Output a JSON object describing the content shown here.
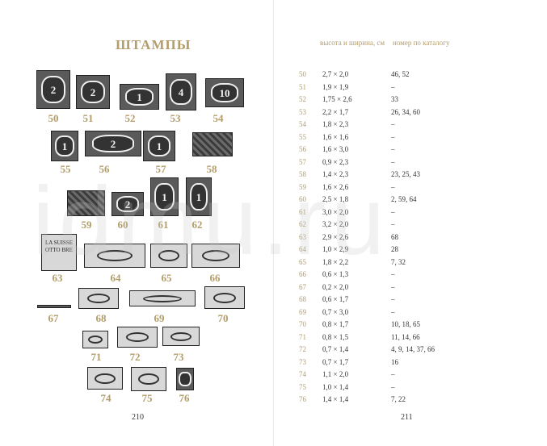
{
  "left_page": {
    "title": "ШТАМПЫ",
    "folio": "210",
    "stamps": [
      {
        "num": "50",
        "glyph": "2"
      },
      {
        "num": "51",
        "glyph": "2"
      },
      {
        "num": "52",
        "glyph": "1"
      },
      {
        "num": "53",
        "glyph": "4"
      },
      {
        "num": "54",
        "glyph": "10"
      },
      {
        "num": "55",
        "glyph": "1"
      },
      {
        "num": "56",
        "glyph": "2"
      },
      {
        "num": "57",
        "glyph": "1"
      },
      {
        "num": "58",
        "glyph": ""
      },
      {
        "num": "59",
        "glyph": ""
      },
      {
        "num": "60",
        "glyph": "2"
      },
      {
        "num": "61",
        "glyph": "1"
      },
      {
        "num": "62",
        "glyph": "1"
      },
      {
        "num": "63",
        "glyph": ""
      },
      {
        "num": "64",
        "glyph": ""
      },
      {
        "num": "65",
        "glyph": ""
      },
      {
        "num": "66",
        "glyph": ""
      },
      {
        "num": "67",
        "glyph": ""
      },
      {
        "num": "68",
        "glyph": ""
      },
      {
        "num": "69",
        "glyph": ""
      },
      {
        "num": "70",
        "glyph": ""
      },
      {
        "num": "71",
        "glyph": ""
      },
      {
        "num": "72",
        "glyph": ""
      },
      {
        "num": "73",
        "glyph": ""
      },
      {
        "num": "74",
        "glyph": ""
      },
      {
        "num": "75",
        "glyph": ""
      },
      {
        "num": "76",
        "glyph": ""
      }
    ],
    "stamp_63_text": [
      "LA",
      "SUISSE",
      "OTTO",
      "BRE"
    ]
  },
  "right_page": {
    "folio": "211",
    "header_dims": "высота и ширина, см",
    "header_catalog": "номер по каталогу",
    "rows": [
      {
        "n": "50",
        "d": "2,7 × 2,0",
        "c": "46, 52"
      },
      {
        "n": "51",
        "d": "1,9 × 1,9",
        "c": "–"
      },
      {
        "n": "52",
        "d": "1,75 × 2,6",
        "c": "33"
      },
      {
        "n": "53",
        "d": "2,2 × 1,7",
        "c": "26, 34, 60"
      },
      {
        "n": "54",
        "d": "1,8 × 2,3",
        "c": "–"
      },
      {
        "n": "55",
        "d": "1,6 × 1,6",
        "c": "–"
      },
      {
        "n": "56",
        "d": "1,6 × 3,0",
        "c": "–"
      },
      {
        "n": "57",
        "d": "0,9 × 2,3",
        "c": "–"
      },
      {
        "n": "58",
        "d": "1,4 × 2,3",
        "c": "23, 25, 43"
      },
      {
        "n": "59",
        "d": "1,6 × 2,6",
        "c": "–"
      },
      {
        "n": "60",
        "d": "2,5 × 1,8",
        "c": "2, 59, 64"
      },
      {
        "n": "61",
        "d": "3,0 × 2,0",
        "c": "–"
      },
      {
        "n": "62",
        "d": "3,2 × 2,0",
        "c": "–"
      },
      {
        "n": "63",
        "d": "2,9 × 2,6",
        "c": "68"
      },
      {
        "n": "64",
        "d": "1,0 × 2,9",
        "c": "28"
      },
      {
        "n": "65",
        "d": "1,8 × 2,2",
        "c": "7, 32"
      },
      {
        "n": "66",
        "d": "0,6 × 1,3",
        "c": "–"
      },
      {
        "n": "67",
        "d": "0,2 × 2,0",
        "c": "–"
      },
      {
        "n": "68",
        "d": "0,6 × 1,7",
        "c": "–"
      },
      {
        "n": "69",
        "d": "0,7 × 3,0",
        "c": "–"
      },
      {
        "n": "70",
        "d": "0,8 × 1,7",
        "c": "10, 18, 65"
      },
      {
        "n": "71",
        "d": "0,8 × 1,5",
        "c": "11, 14, 66"
      },
      {
        "n": "72",
        "d": "0,7 × 1,4",
        "c": "4, 9, 14, 37, 66"
      },
      {
        "n": "73",
        "d": "0,7 × 1,7",
        "c": "16"
      },
      {
        "n": "74",
        "d": "1,1 × 2,0",
        "c": "–"
      },
      {
        "n": "75",
        "d": "1,0 × 1,4",
        "c": "–"
      },
      {
        "n": "76",
        "d": "1,4 × 1,4",
        "c": "7, 22"
      }
    ]
  },
  "watermark": "idmu.ru"
}
